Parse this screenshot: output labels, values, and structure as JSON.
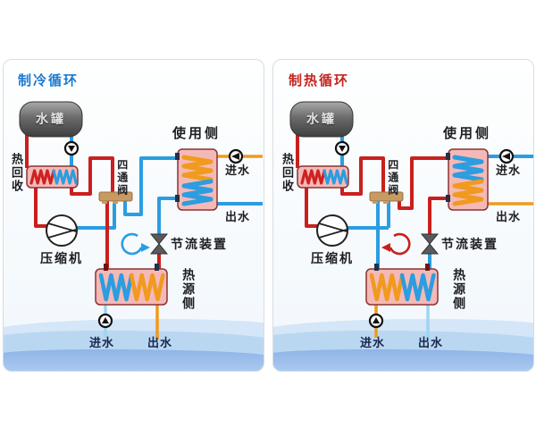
{
  "panels": [
    {
      "id": "cooling",
      "title": "制冷循环",
      "title_color": "#1a7ad0",
      "labels": {
        "tank": "水罐",
        "heat_recovery": "热回收",
        "four_way_valve": "四通阀",
        "use_side": "使用侧",
        "use_side_inlet": "进水",
        "use_side_outlet": "出水",
        "compressor": "压缩机",
        "throttle_device": "节流装置",
        "source_side": "热源侧",
        "source_inlet": "进水",
        "source_outlet": "出水"
      }
    },
    {
      "id": "heating",
      "title": "制热循环",
      "title_color": "#c4251f",
      "labels": {
        "tank": "水罐",
        "heat_recovery": "热回收",
        "four_way_valve": "四通阀",
        "use_side": "使用侧",
        "use_side_inlet": "进水",
        "use_side_outlet": "出水",
        "compressor": "压缩机",
        "throttle_device": "节流装置",
        "source_side": "热源侧",
        "source_inlet": "进水",
        "source_outlet": "出水"
      }
    }
  ],
  "colors": {
    "hot_pipe": "#c9201d",
    "cold_pipe": "#2b9de0",
    "warm_water_pipe": "#f09a1e",
    "cool_water_pipe": "#9cd6f2",
    "exchanger_fill": "#f4b9b7",
    "exchanger_border": "#8a3232",
    "four_way_valve_body": "#c79a63",
    "tank_dark": "#474747",
    "water_surface": "#bad7f1"
  }
}
